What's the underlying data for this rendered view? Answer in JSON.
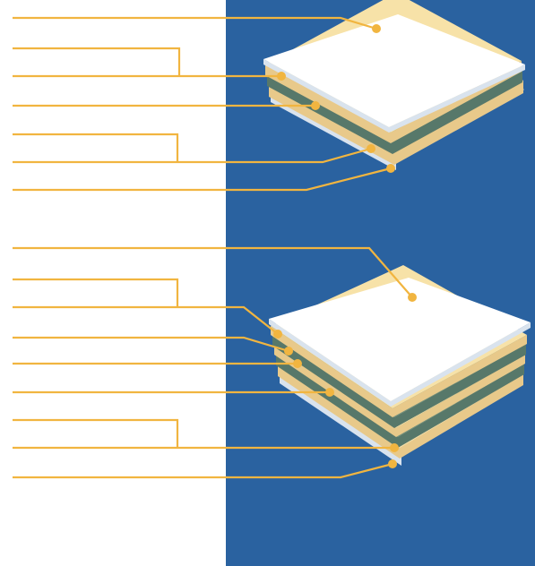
{
  "colors": {
    "background_left": "#ffffff",
    "background_right": "#2a62a0",
    "leader_line": "#f1b540",
    "leader_dot": "#f1b540",
    "layer_top": "#ffffff",
    "layer_top_side": "#d9e3ee",
    "layer_prepreg": "#f7e2a8",
    "layer_prepreg_side": "#e8c98a",
    "layer_core": "#6a8c7c",
    "layer_core_side": "#57786a",
    "layer_base": "#e6eaf0"
  },
  "stacks": [
    {
      "id": "stack-1",
      "layers": [
        "top-sheet",
        "prepreg",
        "core",
        "prepreg",
        "base-sheet"
      ],
      "callouts": [
        {
          "id": "c1-1"
        },
        {
          "id": "c1-2"
        },
        {
          "id": "c1-3"
        },
        {
          "id": "c1-4"
        },
        {
          "id": "c1-5"
        }
      ]
    },
    {
      "id": "stack-2",
      "layers": [
        "top-sheet",
        "prepreg",
        "core",
        "prepreg",
        "core",
        "prepreg",
        "base-sheet"
      ],
      "callouts": [
        {
          "id": "c2-1"
        },
        {
          "id": "c2-2"
        },
        {
          "id": "c2-3"
        },
        {
          "id": "c2-4"
        },
        {
          "id": "c2-5"
        },
        {
          "id": "c2-6"
        },
        {
          "id": "c2-7"
        }
      ]
    }
  ]
}
